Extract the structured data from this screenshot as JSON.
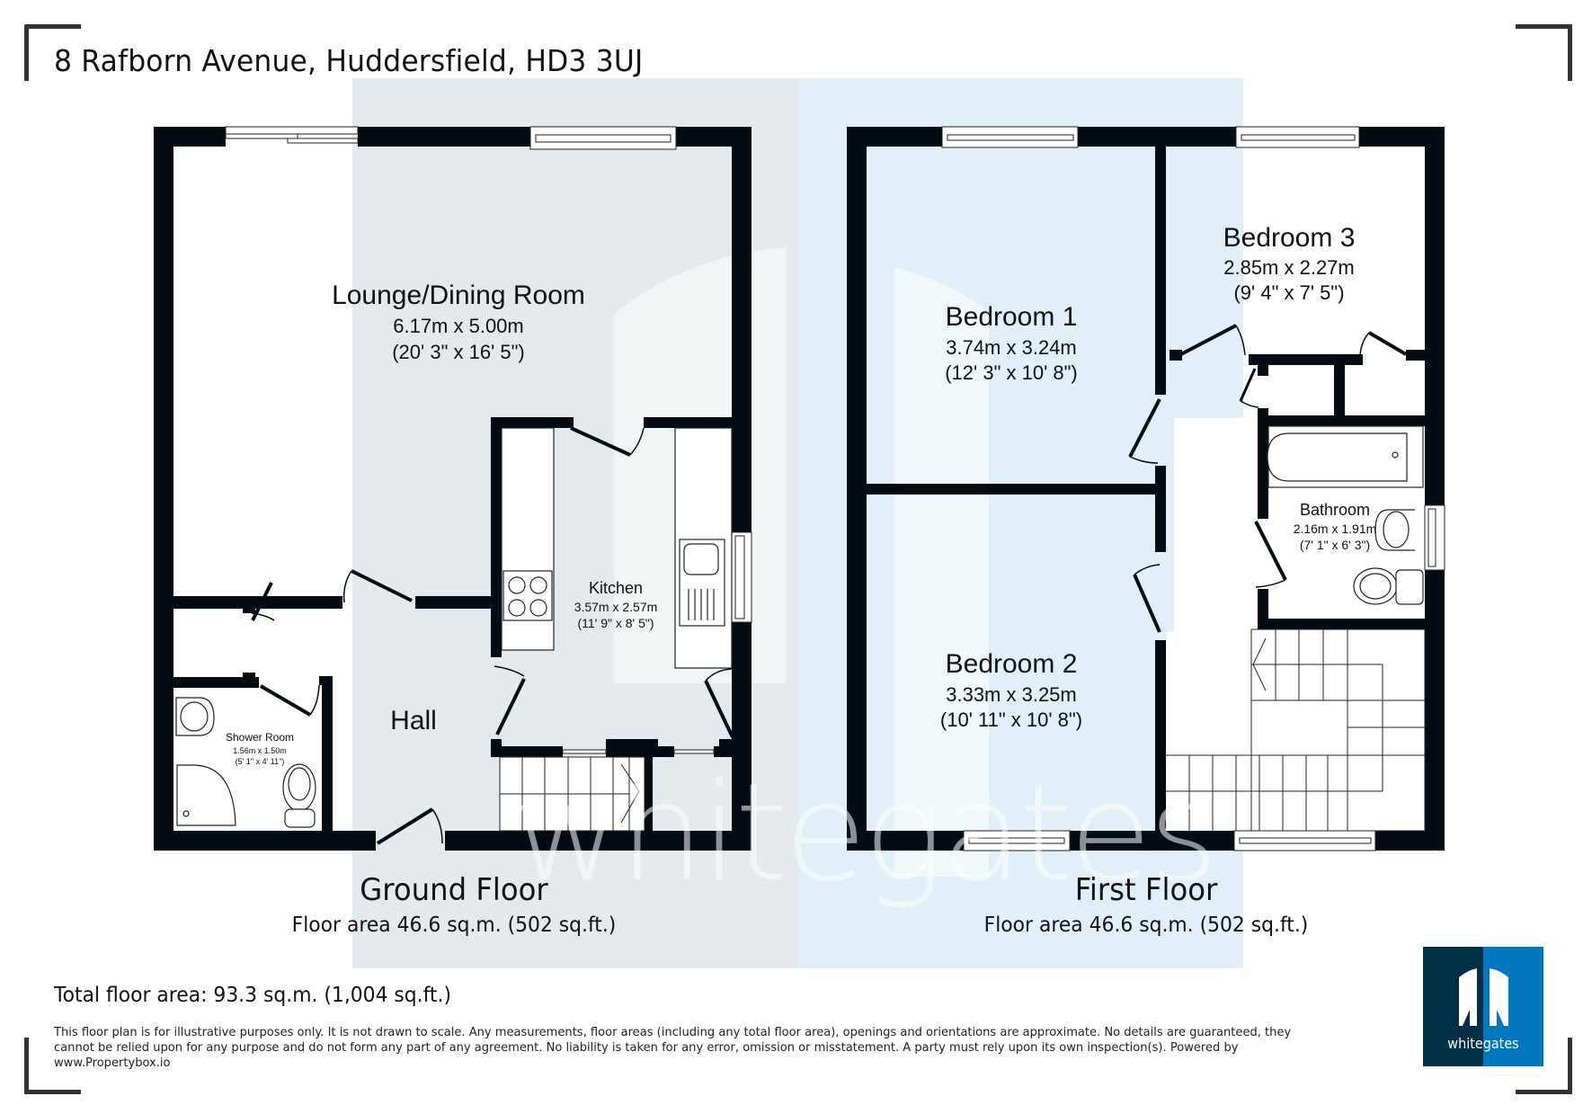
{
  "header": {
    "address": "8 Rafborn Avenue, Huddersfield, HD3 3UJ"
  },
  "ground_floor": {
    "title": "Ground Floor",
    "area": "Floor area 46.6 sq.m. (502 sq.ft.)",
    "rooms": [
      {
        "name": "Lounge/Dining Room",
        "metric": "6.17m x 5.00m",
        "imperial": "(20' 3\" x 16' 5\")"
      },
      {
        "name": "Kitchen",
        "metric": "3.57m x 2.57m",
        "imperial": "(11' 9\" x 8' 5\")"
      },
      {
        "name": "Hall",
        "metric": "",
        "imperial": ""
      },
      {
        "name": "Shower Room",
        "metric": "1.56m x 1.50m",
        "imperial": "(5' 1\" x 4' 11\")"
      }
    ]
  },
  "first_floor": {
    "title": "First Floor",
    "area": "Floor area 46.6 sq.m. (502 sq.ft.)",
    "rooms": [
      {
        "name": "Bedroom 1",
        "metric": "3.74m x 3.24m",
        "imperial": "(12' 3\" x 10' 8\")"
      },
      {
        "name": "Bedroom 2",
        "metric": "3.33m x 3.25m",
        "imperial": "(10' 11\" x 10' 8\")"
      },
      {
        "name": "Bedroom 3",
        "metric": "2.85m x 2.27m",
        "imperial": "(9' 4\" x 7' 5\")"
      },
      {
        "name": "Bathroom",
        "metric": "2.16m x 1.91m",
        "imperial": "(7' 1\" x 6' 3\")"
      }
    ]
  },
  "footer": {
    "total_area": "Total floor area: 93.3 sq.m. (1,004 sq.ft.)",
    "disclaimer": "This floor plan is for illustrative purposes only. It is not drawn to scale. Any measurements, floor areas (including any total floor area), openings and orientations are approximate. No details are guaranteed, they cannot be relied upon for any purpose and do not form any part of any agreement. No liability is taken for any error, omission or misstatement. A party must rely upon its own inspection(s). Powered by www.Propertybox.io"
  },
  "branding": {
    "logo_text": "whitegates",
    "watermark": "whitegates",
    "colors": {
      "dark": "#012f45",
      "blue": "#0077bf",
      "band_gray": "#e3e9ec",
      "band_blue": "#e1eff8",
      "wall": "#030c12"
    }
  }
}
